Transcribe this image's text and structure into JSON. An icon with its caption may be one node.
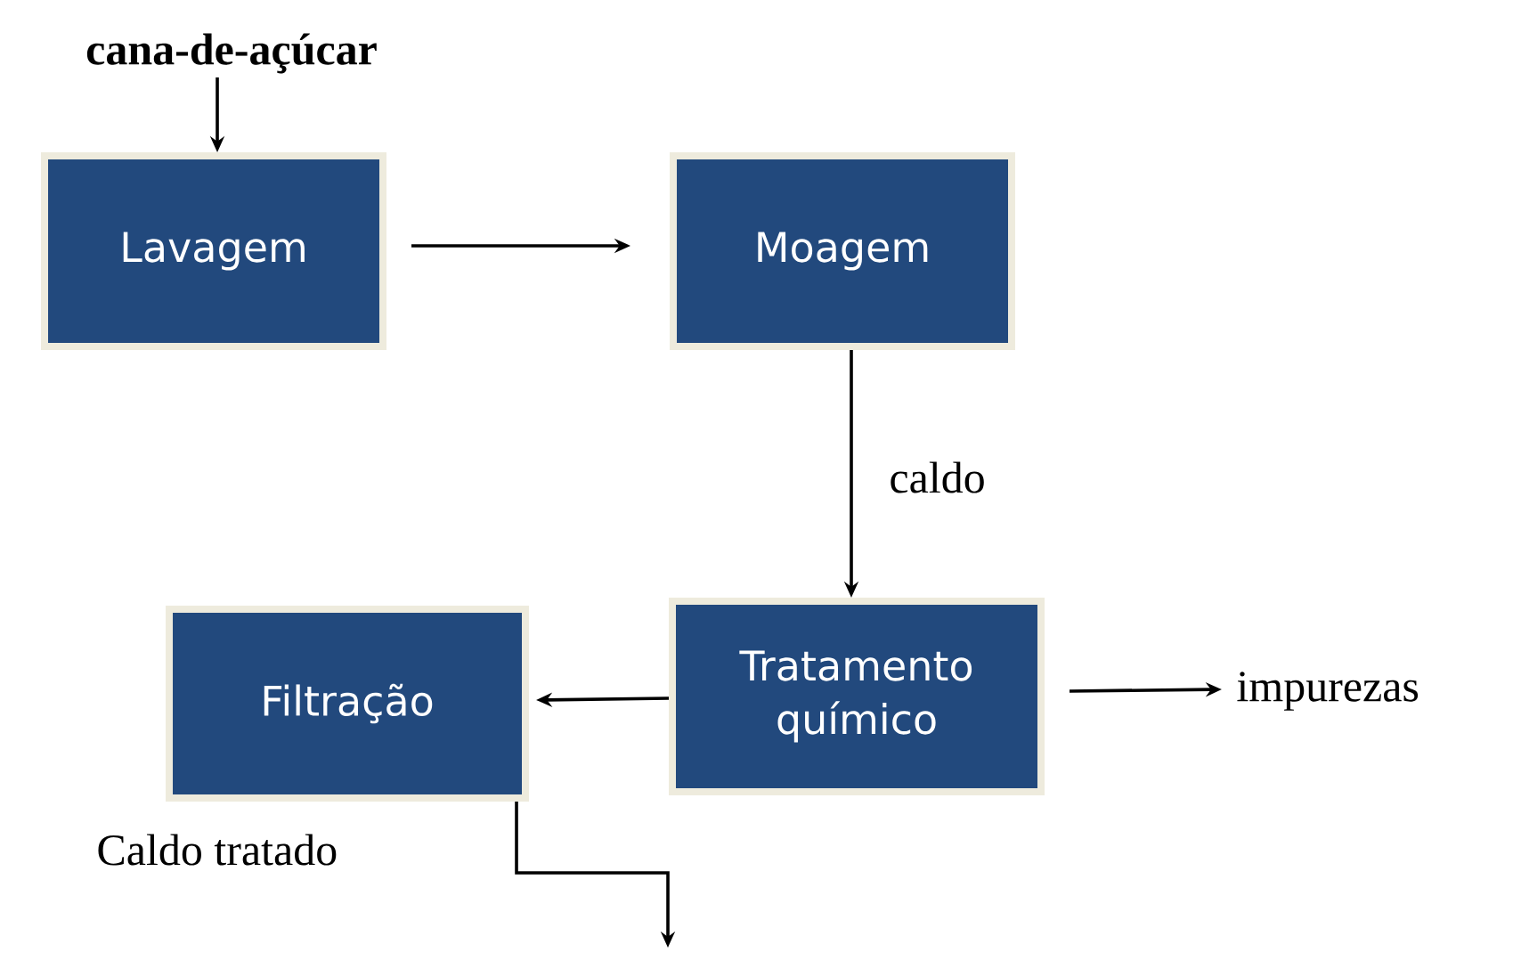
{
  "diagram": {
    "nodes": [
      {
        "text": [
          "cana-de-açúcar"
        ]
      },
      {
        "text": [
          "Lavagem"
        ]
      },
      {
        "text": [
          "Moagem"
        ]
      },
      {
        "text": [
          "Tratamento químico"
        ]
      },
      {
        "text": [
          "Filtração"
        ]
      },
      {
        "text": [
          "impurezas"
        ]
      }
    ],
    "edges": [
      {
        "from": 0,
        "to": 1,
        "arrow": "to"
      },
      {
        "from": 1,
        "to": 2,
        "arrow": "to"
      },
      {
        "from": 2,
        "to": 3,
        "arrow": "to",
        "label": "caldo"
      },
      {
        "from": 3,
        "to": 4,
        "arrow": "to"
      },
      {
        "from": 3,
        "to": 5,
        "arrow": "to"
      },
      {
        "from": 4,
        "to": null,
        "arrow": "to",
        "label": "Caldo tratado"
      }
    ]
  }
}
